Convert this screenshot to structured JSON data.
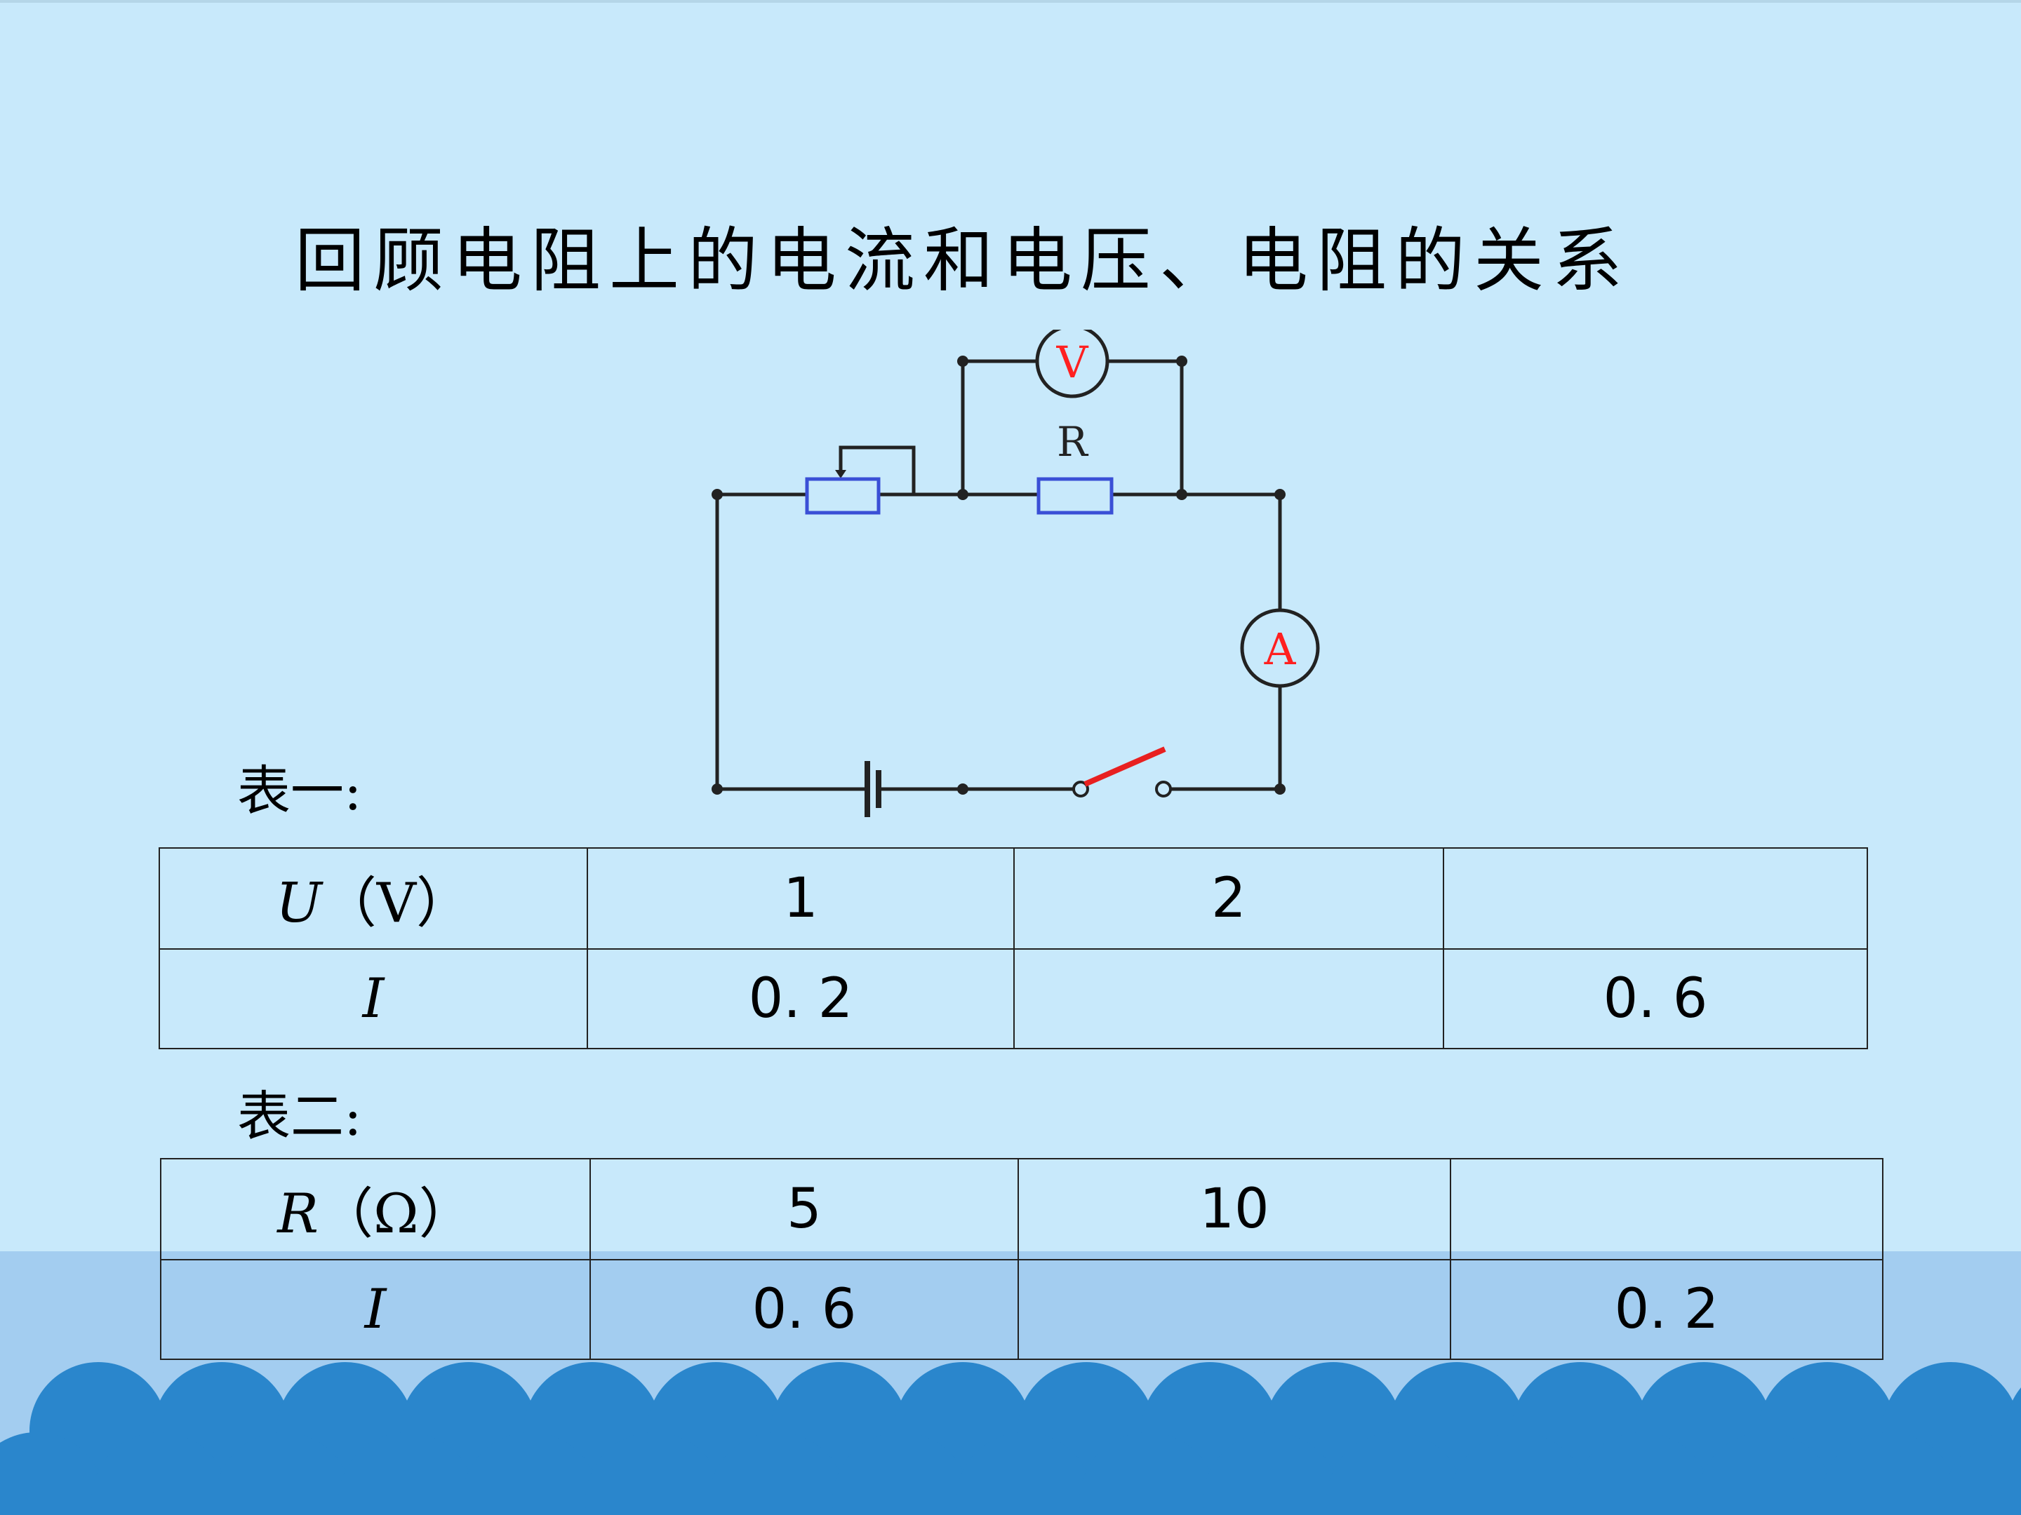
{
  "slide": {
    "title": "回顾电阻上的电流和电压、电阻的关系"
  },
  "circuit": {
    "resistor_label": "R",
    "voltmeter_label": "V",
    "ammeter_label": "A"
  },
  "table1": {
    "caption": "表一:",
    "rows": [
      {
        "header_var": "U",
        "header_unit": "（V）",
        "cells": [
          "1",
          "2",
          ""
        ]
      },
      {
        "header_var": "I",
        "header_unit": "",
        "cells": [
          "0. 2",
          "",
          "0. 6"
        ]
      }
    ]
  },
  "table2": {
    "caption": "表二:",
    "rows": [
      {
        "header_var": "R",
        "header_unit": "（Ω）",
        "cells": [
          "5",
          "10",
          ""
        ]
      },
      {
        "header_var": "I",
        "header_unit": "",
        "cells": [
          "0. 6",
          "",
          "0. 2"
        ]
      }
    ]
  },
  "colors": {
    "background": "#c8e9fb",
    "bottom_band": "#a3cdf0",
    "wave": "#2a86cc",
    "meter_letter": "#ff2020",
    "resistor_outline": "#3a4fd6",
    "switch_blade": "#e82020"
  }
}
